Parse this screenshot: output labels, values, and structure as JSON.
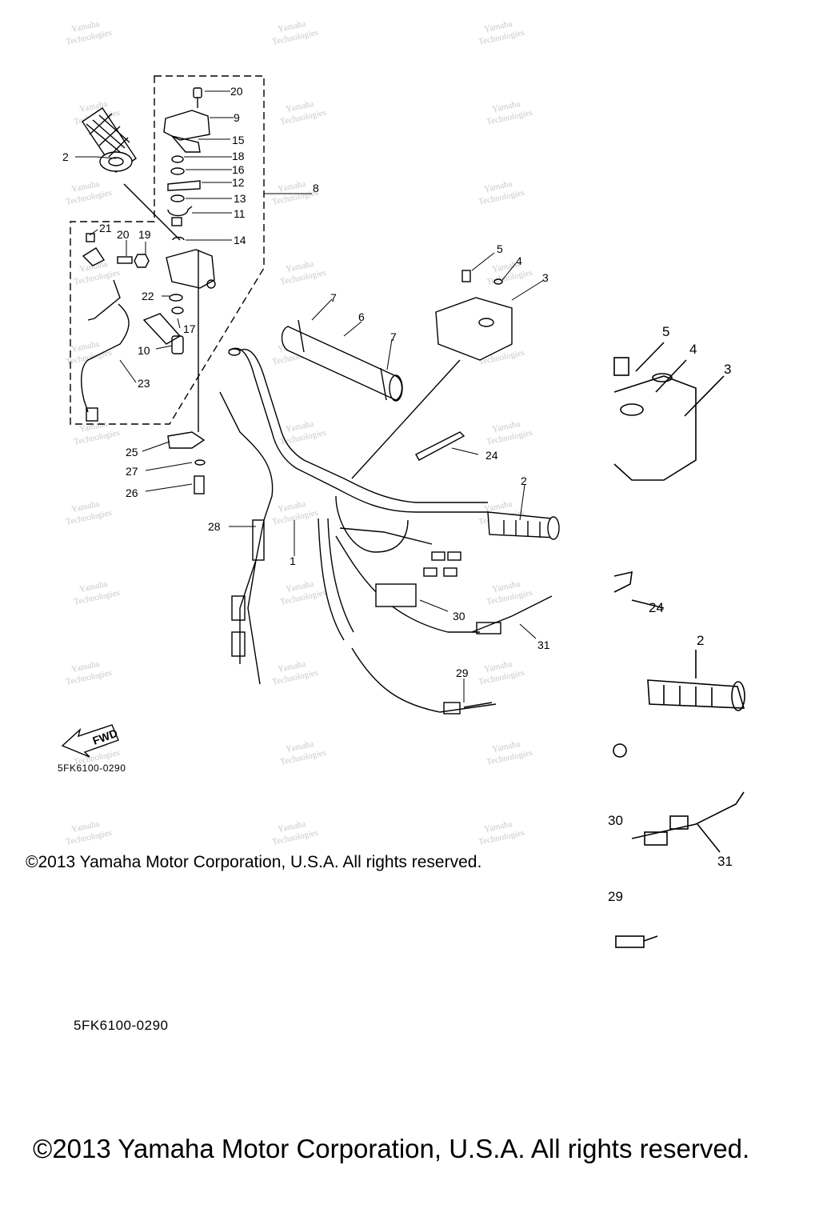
{
  "watermark": {
    "line1": "Yamaha",
    "line2": "Technologies"
  },
  "callouts": [
    "1",
    "2",
    "3",
    "4",
    "5",
    "6",
    "7",
    "8",
    "9",
    "10",
    "11",
    "12",
    "13",
    "14",
    "15",
    "16",
    "17",
    "18",
    "19",
    "20",
    "21",
    "22",
    "23",
    "24",
    "25",
    "26",
    "27",
    "28",
    "29",
    "30",
    "31"
  ],
  "fwd_label": "FWD",
  "part_code": "5FK6100-0290",
  "copyright_small": "©2013 Yamaha Motor Corporation, U.S.A. All rights reserved.",
  "copyright_large": "©2013 Yamaha Motor Corporation, U.S.A. All rights reserved.",
  "zoom_callouts": {
    "c5": "5",
    "c4": "4",
    "c3": "3",
    "c24": "24",
    "c2": "2",
    "c30": "30",
    "c31": "31",
    "c29": "29"
  }
}
